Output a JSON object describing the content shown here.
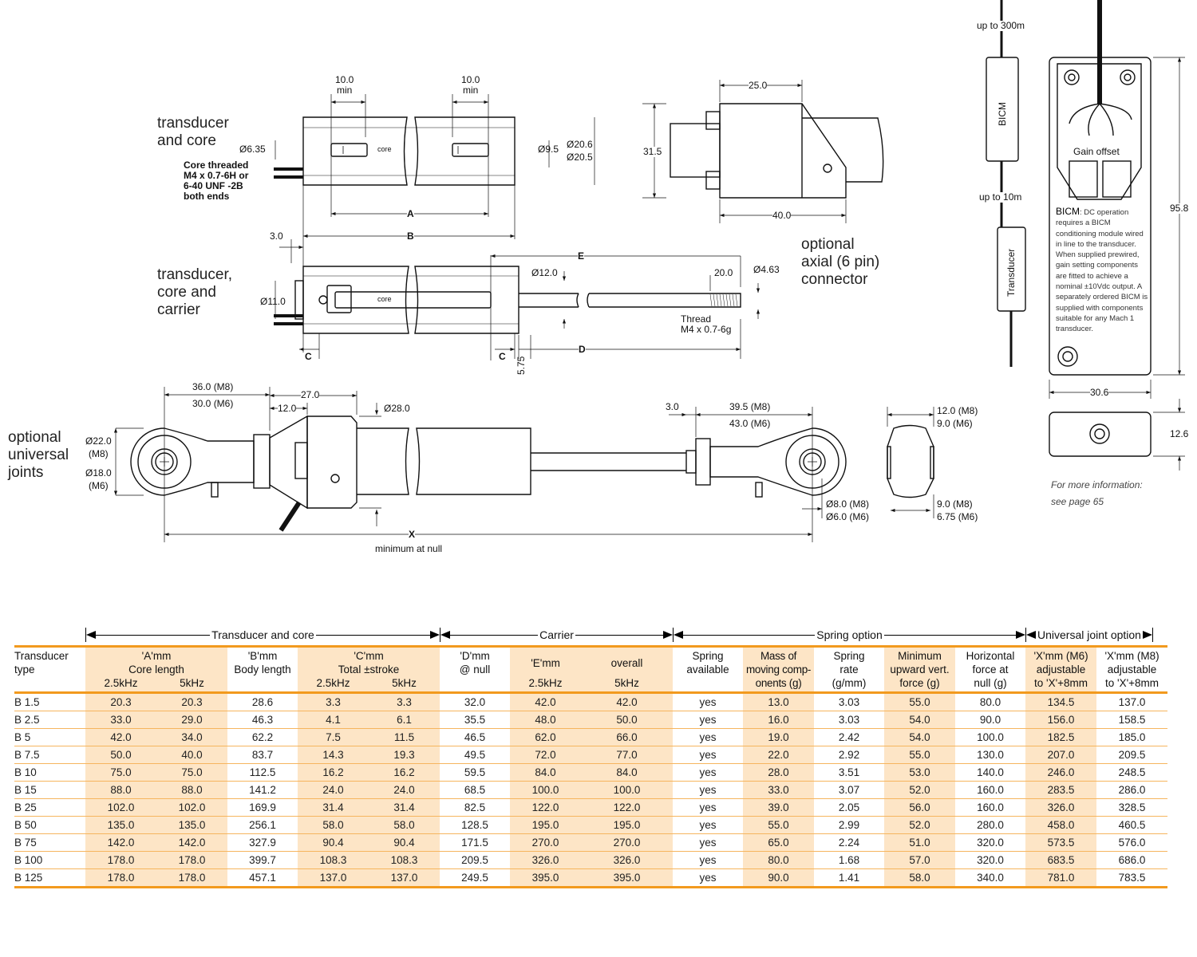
{
  "drawing": {
    "titles": {
      "transducer_core": "transducer\nand core",
      "transducer_core_carrier": "transducer,\ncore and\ncarrier",
      "axial_connector": "optional\naxial (6 pin)\nconnector",
      "universal_joints": "optional\nuniversal\njoints"
    },
    "labels": {
      "min10_left": "10.0\nmin",
      "min10_right": "10.0\nmin",
      "d635": "Ø6.35",
      "core_thread": "Core threaded\nM4 x 0.7-6H or\n6-40 UNF -2B\nboth ends",
      "core1": "core",
      "core2": "core",
      "d95": "Ø9.5",
      "d206": "Ø20.6\nØ20.5",
      "dim_a": "A",
      "dim_b": "B",
      "dim_3": "3.0",
      "d11": "Ø11.0",
      "d12": "Ø12.0",
      "dim_e": "E",
      "dim_20": "20.0",
      "d463": "Ø4.63",
      "thread": "Thread\nM4 x 0.7-6g",
      "dim_c1": "C",
      "dim_c2": "C",
      "dim_575": "5.75",
      "dim_d": "D",
      "conn_25": "25.0",
      "conn_315": "31.5",
      "conn_40": "40.0",
      "uj_36": "36.0 (M8)",
      "uj_30": "30.0 (M6)",
      "uj_27": "27.0",
      "uj_12": "12.0",
      "uj_d28": "Ø28.0",
      "uj_d22": "Ø22.0\n(M8)",
      "uj_d18": "Ø18.0\n(M6)",
      "uj_3": "3.0",
      "uj_395": "39.5 (M8)",
      "uj_43": "43.0 (M6)",
      "uj_d8": "Ø8.0 (M8)\nØ6.0 (M6)",
      "uj_x": "X",
      "uj_min_null": "minimum at null",
      "side_12": "12.0 (M8)\n9.0 (M6)",
      "side_9": "9.0 (M8)\n6.75 (M6)",
      "up300": "up to 300m",
      "up10": "up to 10m",
      "bicm_box": "BICM",
      "transducer_box": "Transducer",
      "gain_offset": "Gain offset",
      "h958": "95.8",
      "w306": "30.6",
      "h126": "12.6"
    },
    "bicm_note_title": "BICM",
    "bicm_note": ": DC operation requires a BICM conditioning module wired in line to the transducer. When supplied prewired, gain setting components are fitted to achieve a nominal ±10Vdc output. A separately ordered BICM is supplied with components suitable for any Mach 1 transducer.",
    "more_info_1": "For more information:",
    "more_info_2": "see page 65"
  },
  "table": {
    "groups": [
      "Transducer and core",
      "Carrier",
      "Spring option",
      "Universal joint option"
    ],
    "headers": {
      "type": "Transducer\ntype",
      "a": "'A'mm\nCore length",
      "b": "'B'mm\nBody length",
      "c": "'C'mm\nTotal ±stroke",
      "d": "'D'mm\n@ null",
      "e": "'E'mm",
      "overall": "overall",
      "spring": "Spring\navailable",
      "mass": "Mass of\nmoving comp-\nonents (g)",
      "rate": "Spring\nrate\n(g/mm)",
      "minup": "Minimum\nupward vert.\nforce (g)",
      "horiz": "Horizontal\nforce at\nnull (g)",
      "xm6": "'X'mm (M6)\nadjustable\nto 'X'+8mm",
      "xm8": "'X'mm (M8)\nadjustable\nto 'X'+8mm",
      "f25a": "2.5kHz",
      "f5a": "5kHz",
      "f25c": "2.5kHz",
      "f5c": "5kHz",
      "f25e": "2.5kHz",
      "f5e": "5kHz"
    },
    "rows": [
      [
        "B 1.5",
        "20.3",
        "20.3",
        "28.6",
        "3.3",
        "3.3",
        "32.0",
        "42.0",
        "42.0",
        "yes",
        "13.0",
        "3.03",
        "55.0",
        "80.0",
        "134.5",
        "137.0"
      ],
      [
        "B 2.5",
        "33.0",
        "29.0",
        "46.3",
        "4.1",
        "6.1",
        "35.5",
        "48.0",
        "50.0",
        "yes",
        "16.0",
        "3.03",
        "54.0",
        "90.0",
        "156.0",
        "158.5"
      ],
      [
        "B 5",
        "42.0",
        "34.0",
        "62.2",
        "7.5",
        "11.5",
        "46.5",
        "62.0",
        "66.0",
        "yes",
        "19.0",
        "2.42",
        "54.0",
        "100.0",
        "182.5",
        "185.0"
      ],
      [
        "B 7.5",
        "50.0",
        "40.0",
        "83.7",
        "14.3",
        "19.3",
        "49.5",
        "72.0",
        "77.0",
        "yes",
        "22.0",
        "2.92",
        "55.0",
        "130.0",
        "207.0",
        "209.5"
      ],
      [
        "B 10",
        "75.0",
        "75.0",
        "112.5",
        "16.2",
        "16.2",
        "59.5",
        "84.0",
        "84.0",
        "yes",
        "28.0",
        "3.51",
        "53.0",
        "140.0",
        "246.0",
        "248.5"
      ],
      [
        "B 15",
        "88.0",
        "88.0",
        "141.2",
        "24.0",
        "24.0",
        "68.5",
        "100.0",
        "100.0",
        "yes",
        "33.0",
        "3.07",
        "52.0",
        "160.0",
        "283.5",
        "286.0"
      ],
      [
        "B 25",
        "102.0",
        "102.0",
        "169.9",
        "31.4",
        "31.4",
        "82.5",
        "122.0",
        "122.0",
        "yes",
        "39.0",
        "2.05",
        "56.0",
        "160.0",
        "326.0",
        "328.5"
      ],
      [
        "B 50",
        "135.0",
        "135.0",
        "256.1",
        "58.0",
        "58.0",
        "128.5",
        "195.0",
        "195.0",
        "yes",
        "55.0",
        "2.99",
        "52.0",
        "280.0",
        "458.0",
        "460.5"
      ],
      [
        "B 75",
        "142.0",
        "142.0",
        "327.9",
        "90.4",
        "90.4",
        "171.5",
        "270.0",
        "270.0",
        "yes",
        "65.0",
        "2.24",
        "51.0",
        "320.0",
        "573.5",
        "576.0"
      ],
      [
        "B 100",
        "178.0",
        "178.0",
        "399.7",
        "108.3",
        "108.3",
        "209.5",
        "326.0",
        "326.0",
        "yes",
        "80.0",
        "1.68",
        "57.0",
        "320.0",
        "683.5",
        "686.0"
      ],
      [
        "B 125",
        "178.0",
        "178.0",
        "457.1",
        "137.0",
        "137.0",
        "249.5",
        "395.0",
        "395.0",
        "yes",
        "90.0",
        "1.41",
        "58.0",
        "340.0",
        "781.0",
        "783.5"
      ]
    ],
    "colors": {
      "accent": "#f29a1e",
      "shade": "#fde5c6"
    }
  }
}
